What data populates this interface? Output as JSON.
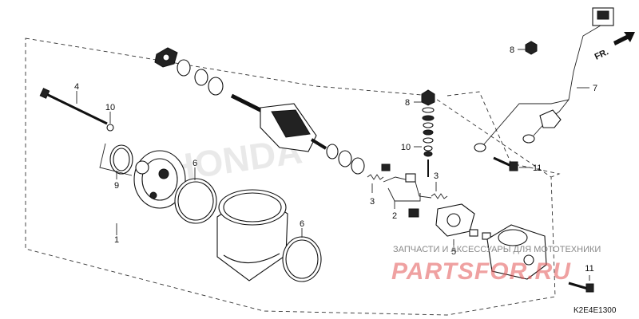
{
  "callouts": {
    "c1": "1",
    "c2": "2",
    "c3a": "3",
    "c3b": "3",
    "c4": "4",
    "c5": "5",
    "c6a": "6",
    "c6b": "6",
    "c7": "7",
    "c8a": "8",
    "c8b": "8",
    "c9": "9",
    "c10a": "10",
    "c10b": "10",
    "c11a": "11",
    "c11b": "11"
  },
  "direction_label": "FR.",
  "diagram_code": "K2E4E1300",
  "watermark": {
    "caption": "ЗАПЧАСТИ И АКСЕССУАРЫ ДЛЯ МОТОТЕХНИКИ",
    "logo": "PARTSFOR.RU"
  },
  "colors": {
    "watermark_red": "#e25555",
    "line": "#222222"
  }
}
